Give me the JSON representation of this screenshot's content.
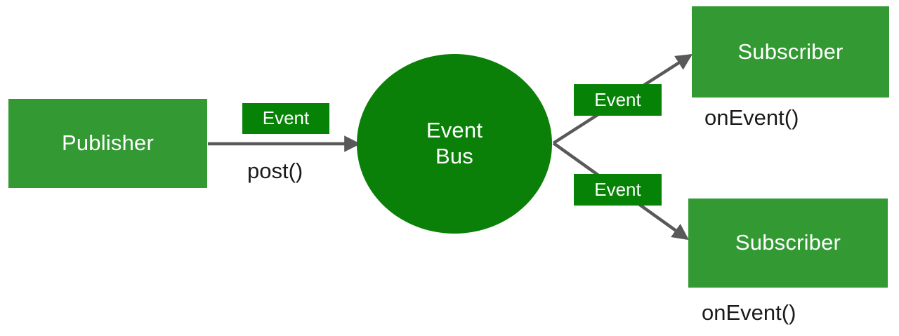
{
  "diagram": {
    "title": "Event Bus publish/subscribe diagram",
    "colors": {
      "node_green": "#339933",
      "bus_green": "#0a8008",
      "label_green": "#068206",
      "arrow_gray": "#595959",
      "node_text": "#ffffff",
      "caption_text": "#1a1a1a",
      "background": "#ffffff"
    },
    "nodes": {
      "publisher": {
        "label": "Publisher"
      },
      "event_bus": {
        "label_line1": "Event",
        "label_line2": "Bus"
      },
      "subscriber_top": {
        "label": "Subscriber"
      },
      "subscriber_bottom": {
        "label": "Subscriber"
      }
    },
    "edge_labels": {
      "publisher_to_bus": "Event",
      "bus_to_subscriber_top": "Event",
      "bus_to_subscriber_bottom": "Event"
    },
    "captions": {
      "post": "post()",
      "onevent_top": "onEvent()",
      "onevent_bottom": "onEvent()"
    },
    "edges": [
      {
        "from": "publisher",
        "to": "event_bus",
        "label": "Event",
        "method": "post()"
      },
      {
        "from": "event_bus",
        "to": "subscriber_top",
        "label": "Event",
        "method": "onEvent()"
      },
      {
        "from": "event_bus",
        "to": "subscriber_bottom",
        "label": "Event",
        "method": "onEvent()"
      }
    ]
  }
}
